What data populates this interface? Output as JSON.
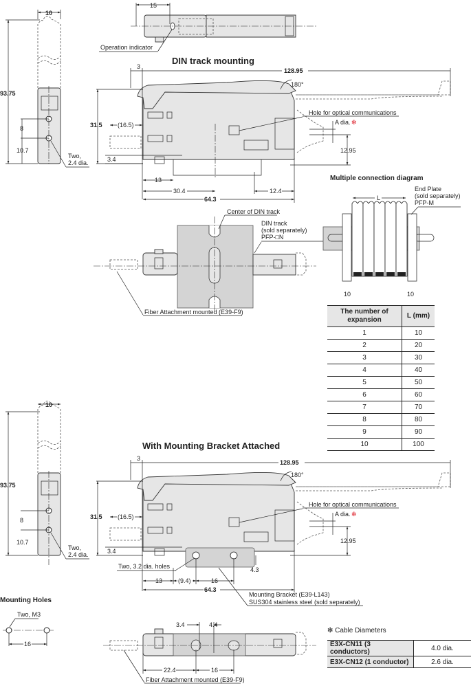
{
  "titles": {
    "din_mounting": "DIN track mounting",
    "bracket_attached": "With Mounting Bracket Attached",
    "multiple_connection": "Multiple connection diagram",
    "mounting_holes": "Mounting Holes"
  },
  "labels": {
    "operation_indicator": "Operation indicator",
    "hole_optical": "Hole for optical communications",
    "a_dia": "A dia.",
    "asterisk": "✻",
    "center_din": "Center of DIN track",
    "din_track_1": "DIN track",
    "din_track_2": "(sold separately)",
    "din_track_3": "PFP-□N",
    "fiber_attachment": "Fiber Attachment mounted (E39-F9)",
    "end_plate_1": "End Plate",
    "end_plate_2": "(sold separately)",
    "end_plate_3": "PFP-M",
    "two_24_line1": "Two,",
    "two_24_line2": "2.4 dia.",
    "two_32_holes": "Two, 3.2 dia.  holes",
    "bracket_1": "Mounting Bracket (E39-L143)",
    "bracket_2": "SUS304 stainless steel (sold separately)",
    "two_m3": "Two, M3",
    "angle": "180°"
  },
  "dimensions": {
    "width_10": "10",
    "height_93_75": "93.75",
    "d8": "8",
    "d10_7": "10.7",
    "d15": "15",
    "d3": "3",
    "d128_95": "128.95",
    "d31_5": "31.5",
    "d16_5": "(16.5)",
    "d3_4": "3.4",
    "d12_95": "12.95",
    "d13": "13",
    "d30_4": "30.4",
    "d12_4": "12.4",
    "d64_3": "64.3",
    "dL": "L",
    "d9_4": "(9.4)",
    "d16": "16",
    "d4_3": "4.3",
    "d4_4": "4.4",
    "d22_4": "22.4"
  },
  "expansion_table": {
    "headers": [
      "The number of expansion",
      "L (mm)"
    ],
    "rows": [
      [
        "1",
        "10"
      ],
      [
        "2",
        "20"
      ],
      [
        "3",
        "30"
      ],
      [
        "4",
        "40"
      ],
      [
        "5",
        "50"
      ],
      [
        "6",
        "60"
      ],
      [
        "7",
        "70"
      ],
      [
        "8",
        "80"
      ],
      [
        "9",
        "90"
      ],
      [
        "10",
        "100"
      ]
    ]
  },
  "cable_table": {
    "caption": "Cable Diameters",
    "asterisk": "✻",
    "rows": [
      [
        "E3X-CN11 (3 conductors)",
        "4.0 dia."
      ],
      [
        "E3X-CN12 (1 conductor)",
        "2.6 dia."
      ]
    ]
  },
  "colors": {
    "asterisk": "#e0303a",
    "body_fill": "#e6e6e6",
    "rail_fill": "#d4d4d4"
  }
}
